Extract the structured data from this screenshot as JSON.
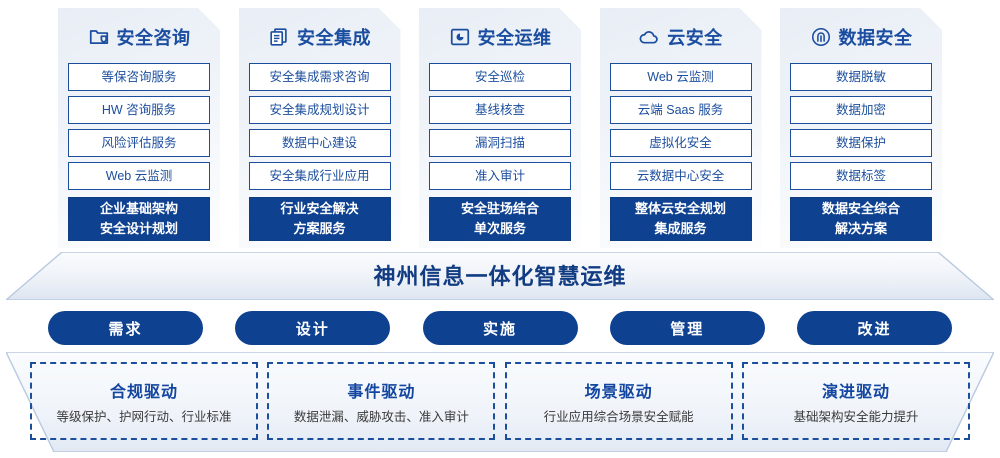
{
  "pillars": [
    {
      "icon": "folder-shield-icon",
      "title": "安全咨询",
      "items": [
        "等保咨询服务",
        "HW 咨询服务",
        "风险评估服务",
        "Web 云监测"
      ],
      "highlight": [
        "企业基础架构",
        "安全设计规划"
      ]
    },
    {
      "icon": "stacked-documents-icon",
      "title": "安全集成",
      "items": [
        "安全集成需求咨询",
        "安全集成规划设计",
        "数据中心建设",
        "安全集成行业应用"
      ],
      "highlight": [
        "行业安全解决",
        "方案服务"
      ]
    },
    {
      "icon": "pie-chart-monitor-icon",
      "title": "安全运维",
      "items": [
        "安全巡检",
        "基线核查",
        "漏洞扫描",
        "准入审计"
      ],
      "highlight": [
        "安全驻场结合",
        "单次服务"
      ]
    },
    {
      "icon": "cloud-icon",
      "title": "云安全",
      "items": [
        "Web 云监测",
        "云端 Saas 服务",
        "虚拟化安全",
        "云数据中心安全"
      ],
      "highlight": [
        "整体云安全规划",
        "集成服务"
      ]
    },
    {
      "icon": "fingerprint-icon",
      "title": "数据安全",
      "items": [
        "数据脱敏",
        "数据加密",
        "数据保护",
        "数据标签"
      ],
      "highlight": [
        "数据安全综合",
        "解决方案"
      ]
    }
  ],
  "banner": {
    "title": "神州信息一体化智慧运维"
  },
  "pills": [
    {
      "label": "需求"
    },
    {
      "label": "设计"
    },
    {
      "label": "实施"
    },
    {
      "label": "管理"
    },
    {
      "label": "改进"
    }
  ],
  "drivers": [
    {
      "title": "合规驱动",
      "desc": "等级保护、护网行动、行业标准"
    },
    {
      "title": "事件驱动",
      "desc": "数据泄漏、威胁攻击、准入审计"
    },
    {
      "title": "场景驱动",
      "desc": "行业应用综合场景安全赋能"
    },
    {
      "title": "演进驱动",
      "desc": "基础架构安全能力提升"
    }
  ],
  "colors": {
    "brand_navy": "#0f4191",
    "title_blue": "#1b4ea0",
    "banner_text": "#123c82",
    "card_border": "#1b4f9c"
  }
}
